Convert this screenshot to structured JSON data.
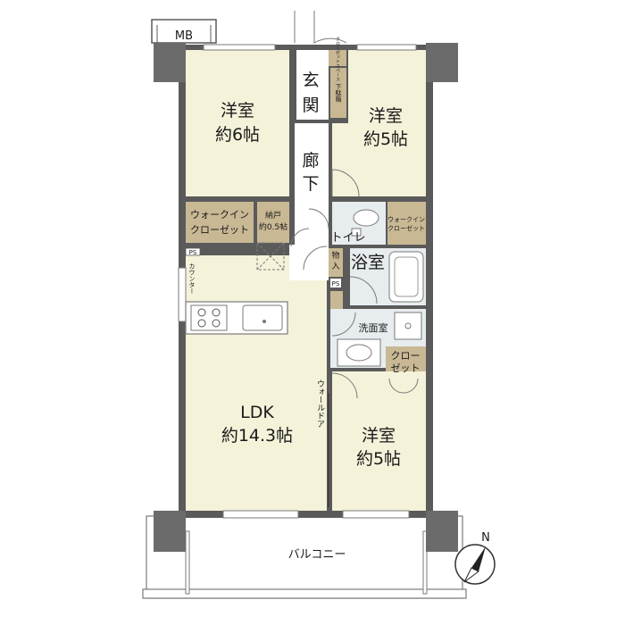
{
  "colors": {
    "room": "#f5f2da",
    "wet": "#e7ecef",
    "storage": "#c9b894",
    "wall": "#5a5a5a",
    "pillar": "#6b6b6b"
  },
  "labels": {
    "mb": "MB",
    "genkan": "玄関",
    "geta_bako": "下駄箱",
    "closet_space": "クローゼットスペース",
    "rouka": "廊下",
    "bedroom_nw_name": "洋室",
    "bedroom_nw_size": "約6帖",
    "bedroom_ne_name": "洋室",
    "bedroom_ne_size": "約5帖",
    "walkin_large_1": "ウォークイン",
    "walkin_large_2": "クローゼット",
    "nando_name": "納戸",
    "nando_size": "約0.5帖",
    "toilet": "トイレ",
    "walkin_small_1": "ウォークイン",
    "walkin_small_2": "クローゼット",
    "ps_upper": "PS",
    "ps_mid": "PS",
    "monoire": "物入",
    "yokushitsu": "浴室",
    "kaunta": "カウンター",
    "senmenshitsu": "洗面室",
    "closet_se_1": "クロー",
    "closet_se_2": "ゼット",
    "ldk_name": "LDK",
    "ldk_size": "約14.3帖",
    "wall_door": "ウォールドア",
    "bedroom_se_name": "洋室",
    "bedroom_se_size": "約5帖",
    "balcony": "バルコニー",
    "north": "N"
  }
}
